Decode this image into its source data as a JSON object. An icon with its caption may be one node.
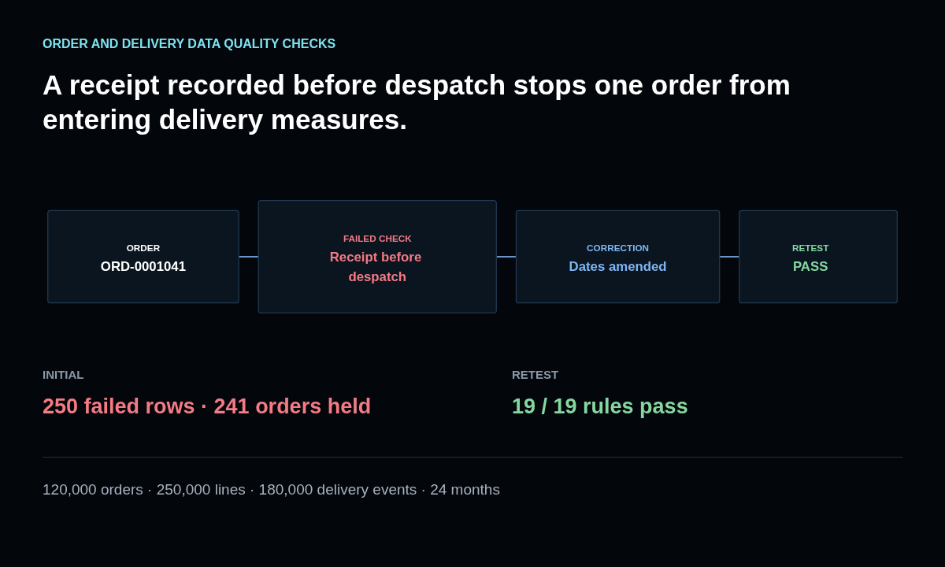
{
  "diagram": {
    "title": "A receipt recorded before despatch stops one order from entering delivery measures.",
    "nodes": [
      {
        "text": [
          "ORDER",
          "ORD-0001041"
        ]
      },
      {
        "text": [
          "FAILED CHECK",
          "Receipt before despatch"
        ]
      },
      {
        "text": [
          "CORRECTION",
          "Dates amended"
        ]
      },
      {
        "text": [
          "RETEST",
          "PASS"
        ]
      }
    ],
    "edges": [
      {
        "from": 0,
        "to": 1,
        "arrow": "none"
      },
      {
        "from": 1,
        "to": 2,
        "arrow": "none"
      },
      {
        "from": 2,
        "to": 3,
        "arrow": "none"
      }
    ],
    "labels": [
      "ORDER AND DELIVERY DATA QUALITY CHECKS",
      "INITIAL",
      "250 failed rows · 241 orders held",
      "RETEST",
      "19 / 19 rules pass",
      "120,000 orders · 250,000 lines · 180,000 delivery events · 24 months"
    ]
  }
}
